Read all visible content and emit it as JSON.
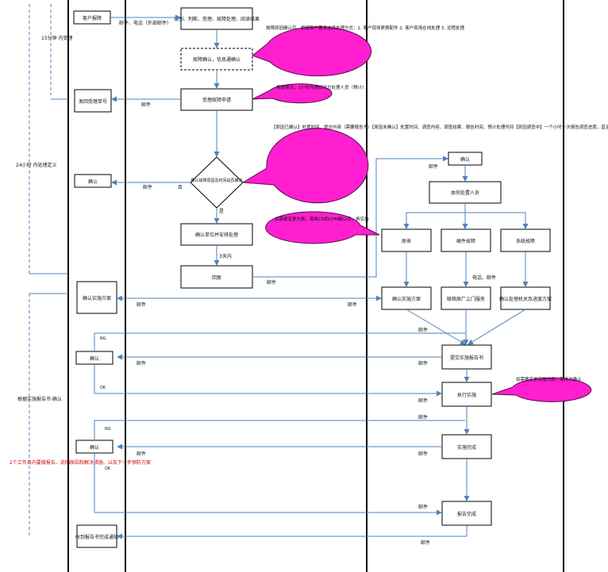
{
  "boxes": {
    "customer_report": "客户报障",
    "triage": "类别、判断、受理、故障处理、阅读结果",
    "fault_confirm": "故障确认，信息通确认",
    "ticket": "受理故障申请",
    "send_ticket": "发回受理单号",
    "confirm_left": "确认",
    "diamond": "确认故障原因及时间是否确定",
    "confirm_ticket": "确认单位并安排处理",
    "reply": "回复",
    "confirm_right": "确认",
    "assign": "由何处置人员",
    "r1": "原来",
    "r2": "硬件故障",
    "r3": "系统故障",
    "confirm_plan": "确认实施方案",
    "c1": "确认实施方案",
    "c2": "联络原厂上门服务",
    "c3": "确认处理机关及进度方案",
    "submit": "提交实施报告书",
    "execute": "执行实施",
    "confirm2": "确认",
    "impl": "实施完成",
    "confirm3": "确认",
    "finish": "报告完成",
    "final": "收到报告书完成通知"
  },
  "labels": {
    "phone_email": "邮件、电话（外部邮件）",
    "email": "邮件",
    "no": "否",
    "yes": "是",
    "ok": "OK",
    "ng": "NG",
    "phone_email2": "电话、邮件",
    "three_days": "3天内",
    "twenty_four_hours": "24小时 内处理定义",
    "fifteen_min": "15分钟 内受理",
    "twelve_hours": "根据实施报告书 确认",
    "red_note": "2个工作日内要做报告、说明原因和解决措施、以及下一步预防方案"
  },
  "callouts": {
    "c1": "故障原因确认后，根据客户要求选择处理方式：1. 客户现场更换配件 2. 客户现场在线处理 3. 远程处理",
    "c2": "根据情况，1小时内通知对方处理人员（预计）",
    "c3": "【原因已确认】处置时间、提交内容（需要报告书）【原因未确认】处置时间、调查内容、调查结果、报告时间、预计处理时间【原因调查中】一个小时一次报告调查进度，直至调查完毕",
    "c4": "如需要变更方案，需将CR和CPM确认后，再实施",
    "c5": "如需要变更实施内容，需再次确认"
  }
}
